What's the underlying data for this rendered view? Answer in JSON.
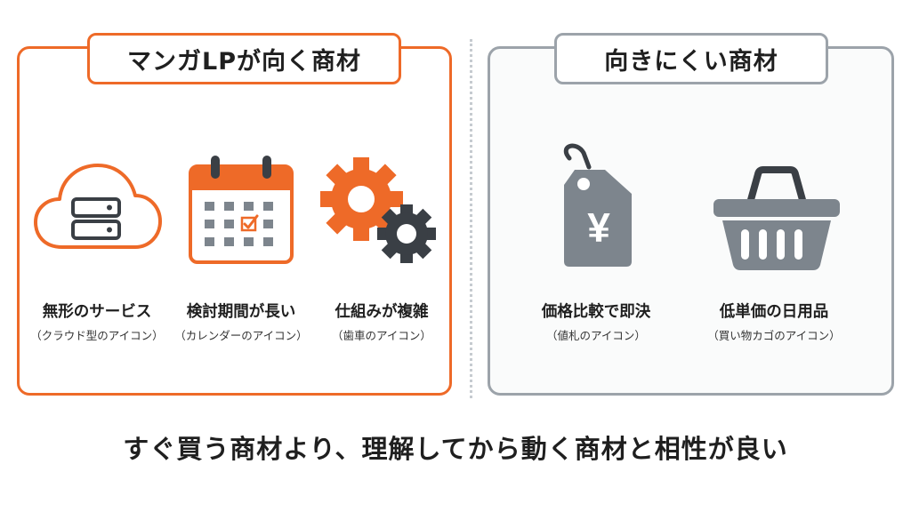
{
  "left_panel": {
    "title": "マンガLPが向く商材",
    "accent_color": "#ee6a28",
    "items": [
      {
        "label": "無形のサービス",
        "sub": "（クラウド型のアイコン）",
        "icon": "cloud-server-icon"
      },
      {
        "label": "検討期間が長い",
        "sub": "（カレンダーのアイコン）",
        "icon": "calendar-icon"
      },
      {
        "label": "仕組みが複雑",
        "sub": "（歯車のアイコン）",
        "icon": "gears-icon"
      }
    ]
  },
  "right_panel": {
    "title": "向きにくい商材",
    "accent_color": "#9ca3aa",
    "items": [
      {
        "label": "価格比較で即決",
        "sub": "（値札のアイコン）",
        "icon": "price-tag-icon",
        "symbol": "¥"
      },
      {
        "label": "低単価の日用品",
        "sub": "（買い物カゴのアイコン）",
        "icon": "shopping-basket-icon"
      }
    ]
  },
  "bottom_text": "すぐ買う商材より、理解してから動く商材と相性が良い"
}
